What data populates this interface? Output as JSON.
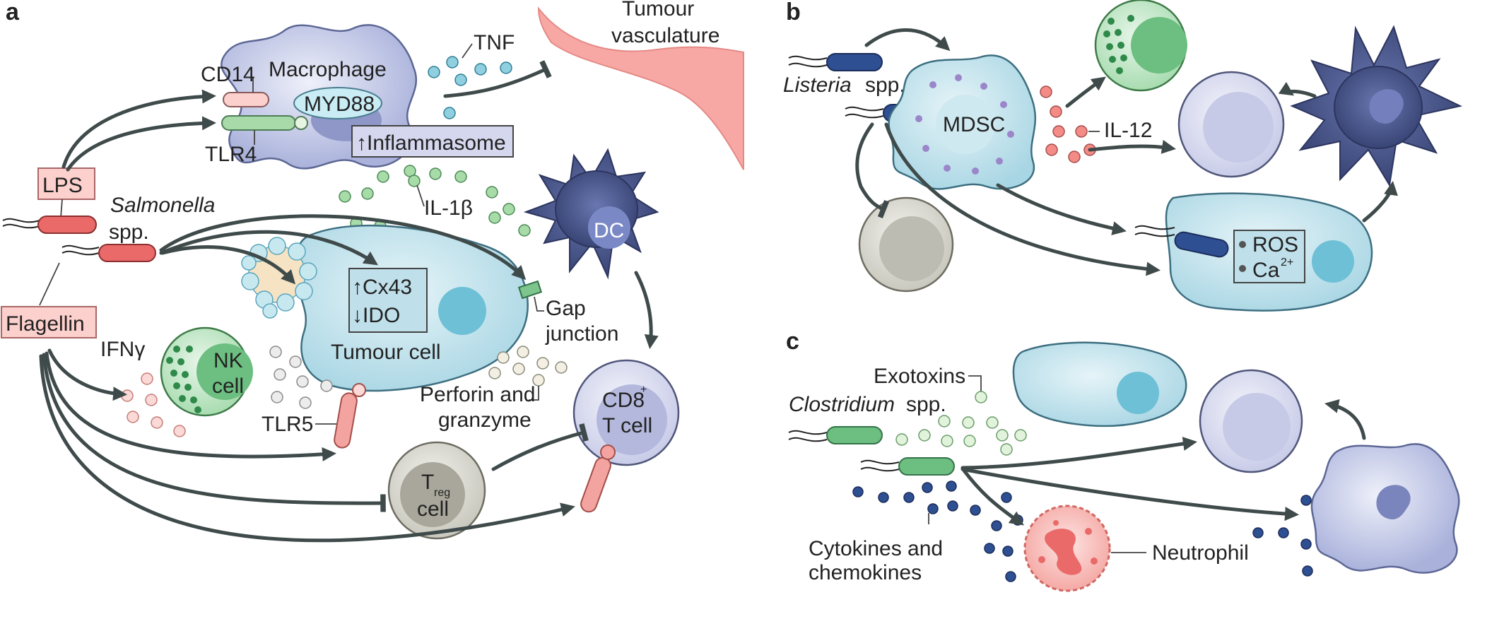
{
  "panels": {
    "a": "a",
    "b": "b",
    "c": "c"
  },
  "labels": {
    "tumour_vasculature_1": "Tumour",
    "tumour_vasculature_2": "vasculature",
    "macrophage": "Macrophage",
    "myd88": "MYD88",
    "inflammasome": "↑Inflammasome",
    "cd14": "CD14",
    "tlr4": "TLR4",
    "tnf": "TNF",
    "lps": "LPS",
    "salmonella": "Salmonella",
    "salmonella_spp": "spp.",
    "il1b": "IL-1β",
    "dc": "DC",
    "cx43": "↑Cx43",
    "ido": "↓IDO",
    "tumour_cell": "Tumour cell",
    "gap_junction_1": "Gap",
    "gap_junction_2": "junction",
    "flagellin": "Flagellin",
    "ifng": "IFNγ",
    "nk_1": "NK",
    "nk_2": "cell",
    "tlr5": "TLR5",
    "perforin_1": "Perforin and",
    "perforin_2": "granzyme",
    "cd8_1": "CD8",
    "cd8_sup": "+",
    "cd8_2": "T cell",
    "treg_t": "T",
    "treg_sub": "reg",
    "treg_cell": "cell",
    "listeria": "Listeria",
    "listeria_spp": "spp.",
    "mdsc": "MDSC",
    "il12": "IL-12",
    "ros": "ROS",
    "ca": "Ca",
    "ca_sup": "2+",
    "exotoxins": "Exotoxins",
    "clostridium": "Clostridium",
    "clostridium_spp": "spp.",
    "cytokines_1": "Cytokines and",
    "cytokines_2": "chemokines",
    "neutrophil": "Neutrophil"
  },
  "colors": {
    "arrow": "#3f4a4a",
    "vasculature": "#f7a8a5",
    "macrophage": "#c3c9e6",
    "tumour_cell": "#bfe0ea",
    "dc": "#4e5a94",
    "nk": "#8fcf95",
    "cd8": "#d6d8ee",
    "treg": "#d7d6cf",
    "bacteria_red": "#ea6a6a",
    "bacteria_blue": "#2f4f93",
    "bacteria_green": "#6cbf80",
    "neutrophil": "#f8b1ad",
    "label_box_pink": "#fcd0cc",
    "label_box_lilac": "#d5d7ee"
  }
}
